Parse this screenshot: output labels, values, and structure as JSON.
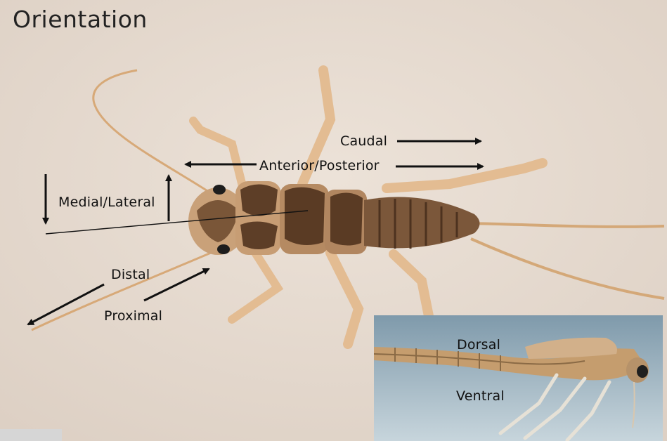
{
  "title": "Orientation",
  "main_photo": {
    "labels": {
      "caudal": "Caudal",
      "anterior_posterior": "Anterior/Posterior",
      "medial_lateral": "Medial/Lateral",
      "distal": "Distal",
      "proximal": "Proximal"
    }
  },
  "inset_photo": {
    "labels": {
      "dorsal": "Dorsal",
      "ventral": "Ventral"
    }
  },
  "colors": {
    "background": "#e8dcd1",
    "insect_body": "#6a4a30",
    "legs": "#e2b98c",
    "inset_water": "#9fb6c4",
    "arrow": "#111111"
  }
}
